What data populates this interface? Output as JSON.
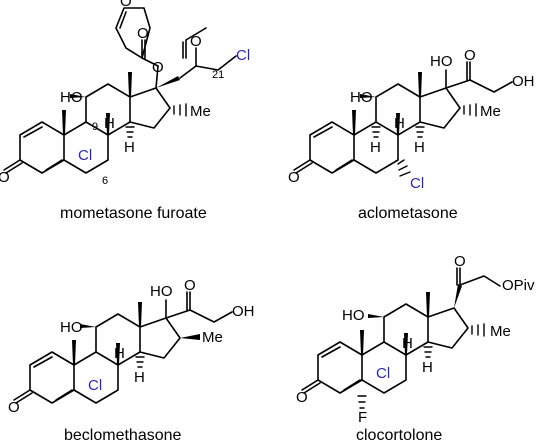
{
  "compounds": [
    {
      "name": "mometasone furoate",
      "labels": {
        "furan_o": "O",
        "ester_o": "O",
        "ester_link_o": "O",
        "c21_o": "O",
        "ho": "HO",
        "h8": "H",
        "h14": "H",
        "h9": "9",
        "c21": "21",
        "c6": "6",
        "cl_ring": "Cl",
        "cl_side": "Cl",
        "me": "Me",
        "ketone_o": "O"
      }
    },
    {
      "name": "aclometasone",
      "labels": {
        "ho": "HO",
        "ho17": "HO",
        "oh21": "OH",
        "c20_o": "O",
        "h8": "H",
        "h9": "H",
        "h14": "H",
        "cl": "Cl",
        "me": "Me",
        "ketone_o": "O"
      }
    },
    {
      "name": "beclomethasone",
      "labels": {
        "ho": "HO",
        "ho17": "HO",
        "oh21": "OH",
        "c20_o": "O",
        "h8": "H",
        "h14": "H",
        "cl": "Cl",
        "me": "Me",
        "ketone_o": "O"
      }
    },
    {
      "name": "clocortolone",
      "labels": {
        "ho": "HO",
        "c20_o": "O",
        "opiv": "OPiv",
        "h8": "H",
        "h14": "H",
        "cl": "Cl",
        "f": "F",
        "me": "Me",
        "ketone_o": "O"
      }
    }
  ]
}
